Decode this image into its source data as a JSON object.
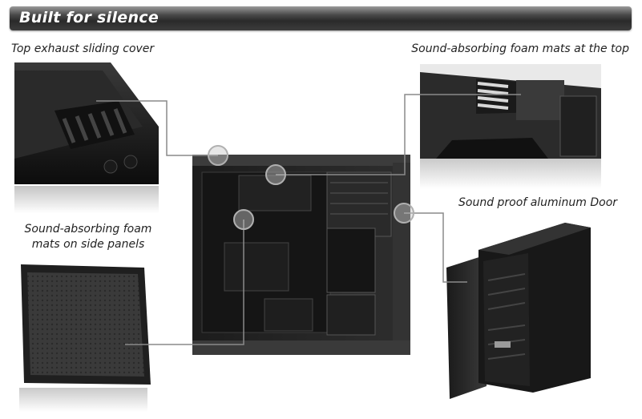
{
  "header": {
    "title": "Built for silence"
  },
  "labels": {
    "top_exhaust": "Top exhaust sliding cover",
    "foam_top": "Sound-absorbing foam mats at the top",
    "door": "Sound proof aluminum Door",
    "foam_side_line1": "Sound-absorbing foam",
    "foam_side_line2": "mats on side panels"
  }
}
